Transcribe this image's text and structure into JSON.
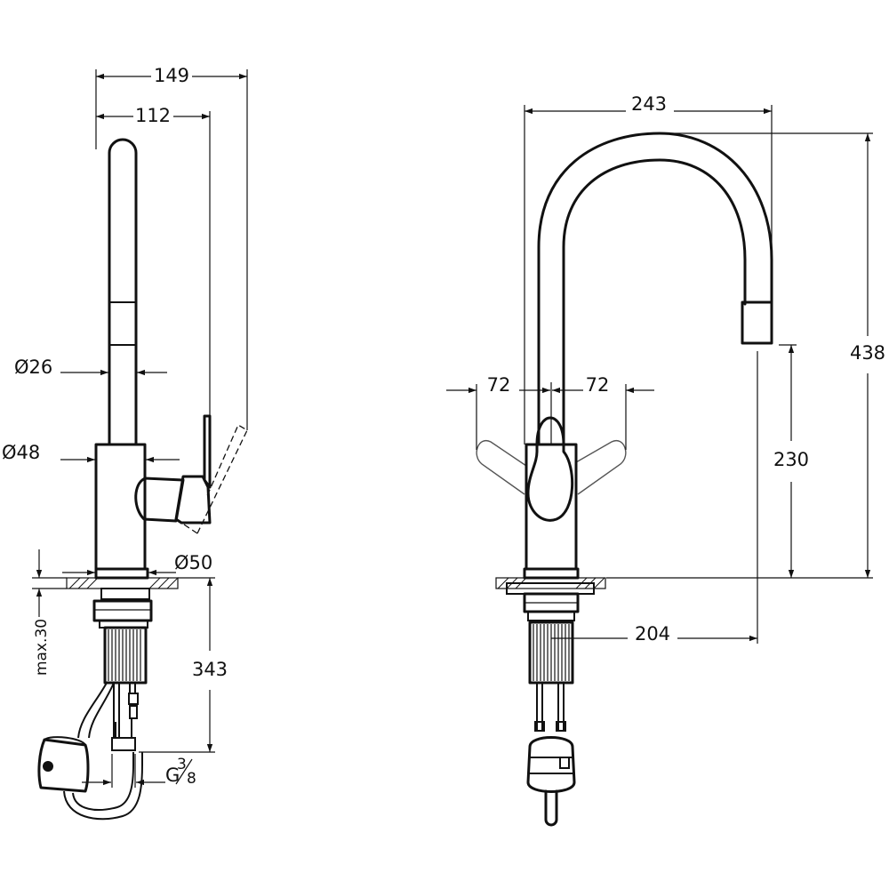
{
  "side_view": {
    "width_overall": "149",
    "width_spout": "112",
    "dia_spout": "Ø26",
    "dia_body": "Ø48",
    "dia_base": "Ø50",
    "max_thickness": "max.30",
    "hose_length": "343",
    "thread_g": "G",
    "thread_num": "3",
    "thread_den": "8"
  },
  "front_view": {
    "reach": "243",
    "lever_left": "72",
    "lever_right": "72",
    "height_total": "438",
    "height_spout": "230",
    "reach_hole": "204"
  }
}
